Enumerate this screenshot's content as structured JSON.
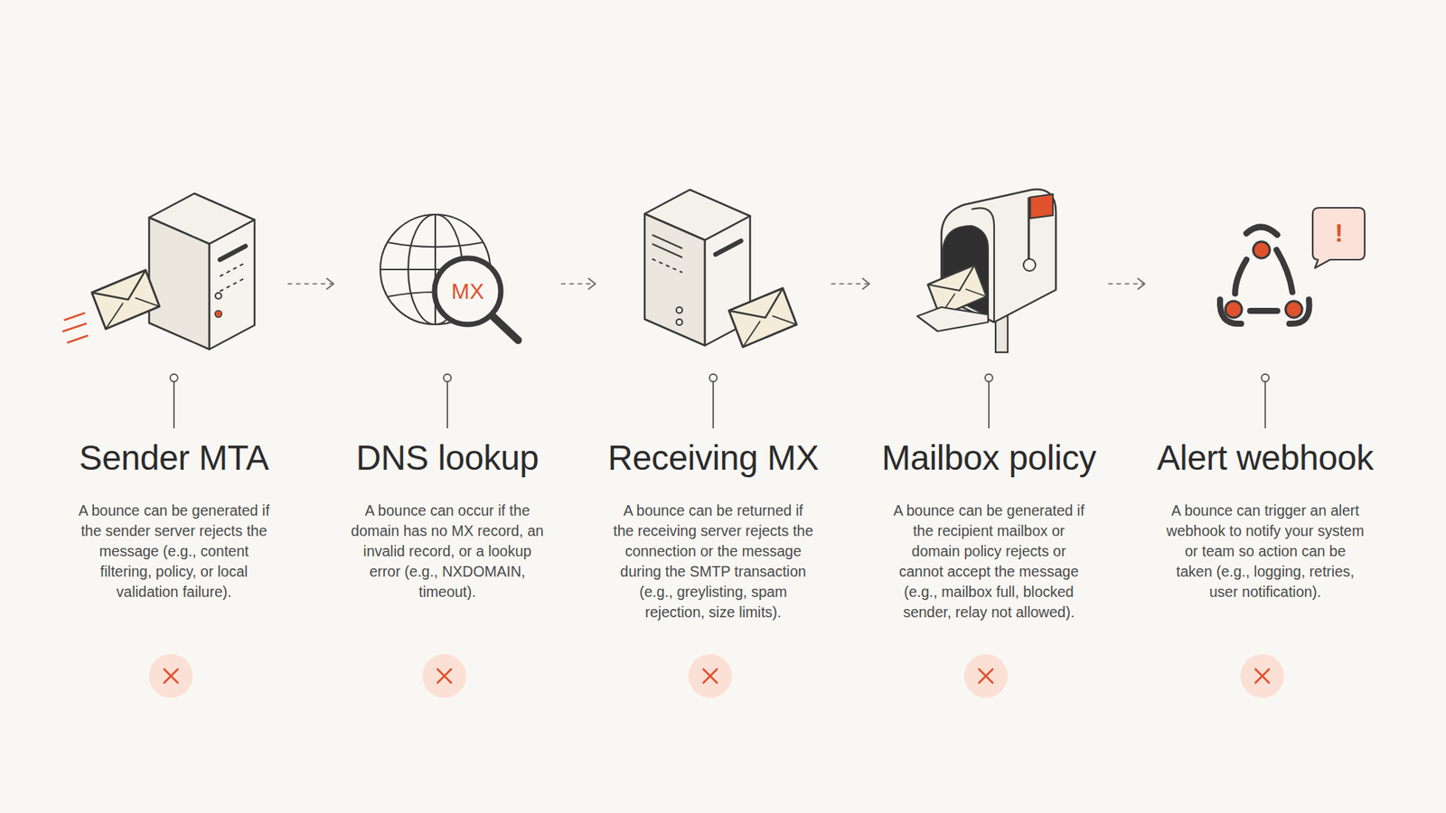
{
  "diagram": {
    "nodes": [
      {
        "text": [
          "Sender MTA",
          "A bounce can be generated if the sender server rejects the message (e.g., content filtering, policy, or local validation failure)."
        ]
      },
      {
        "text": [
          "DNS lookup",
          "A bounce can occur if the domain has no MX record, an invalid record, or a lookup error (e.g., NXDOMAIN, timeout)."
        ]
      },
      {
        "text": [
          "Receiving MX",
          "A bounce can be returned if the receiving server rejects the connection or the message during the SMTP transaction (e.g., greylisting, spam rejection, size limits)."
        ]
      },
      {
        "text": [
          "Mailbox policy",
          "A bounce can be generated if the recipient mailbox or domain policy rejects or cannot accept the message (e.g., mailbox full, blocked sender, relay not allowed)."
        ]
      },
      {
        "text": [
          "Alert webhook",
          "A bounce can trigger an alert webhook to notify your system or team so action can be taken (e.g., logging, retries, user notification)."
        ]
      }
    ],
    "edges": [
      {
        "from": 0,
        "to": 1,
        "arrow": "to"
      },
      {
        "from": 1,
        "to": 2,
        "arrow": "to"
      },
      {
        "from": 2,
        "to": 3,
        "arrow": "to"
      },
      {
        "from": 3,
        "to": 4,
        "arrow": "to"
      }
    ],
    "labels": [
      "MX",
      "!"
    ]
  }
}
